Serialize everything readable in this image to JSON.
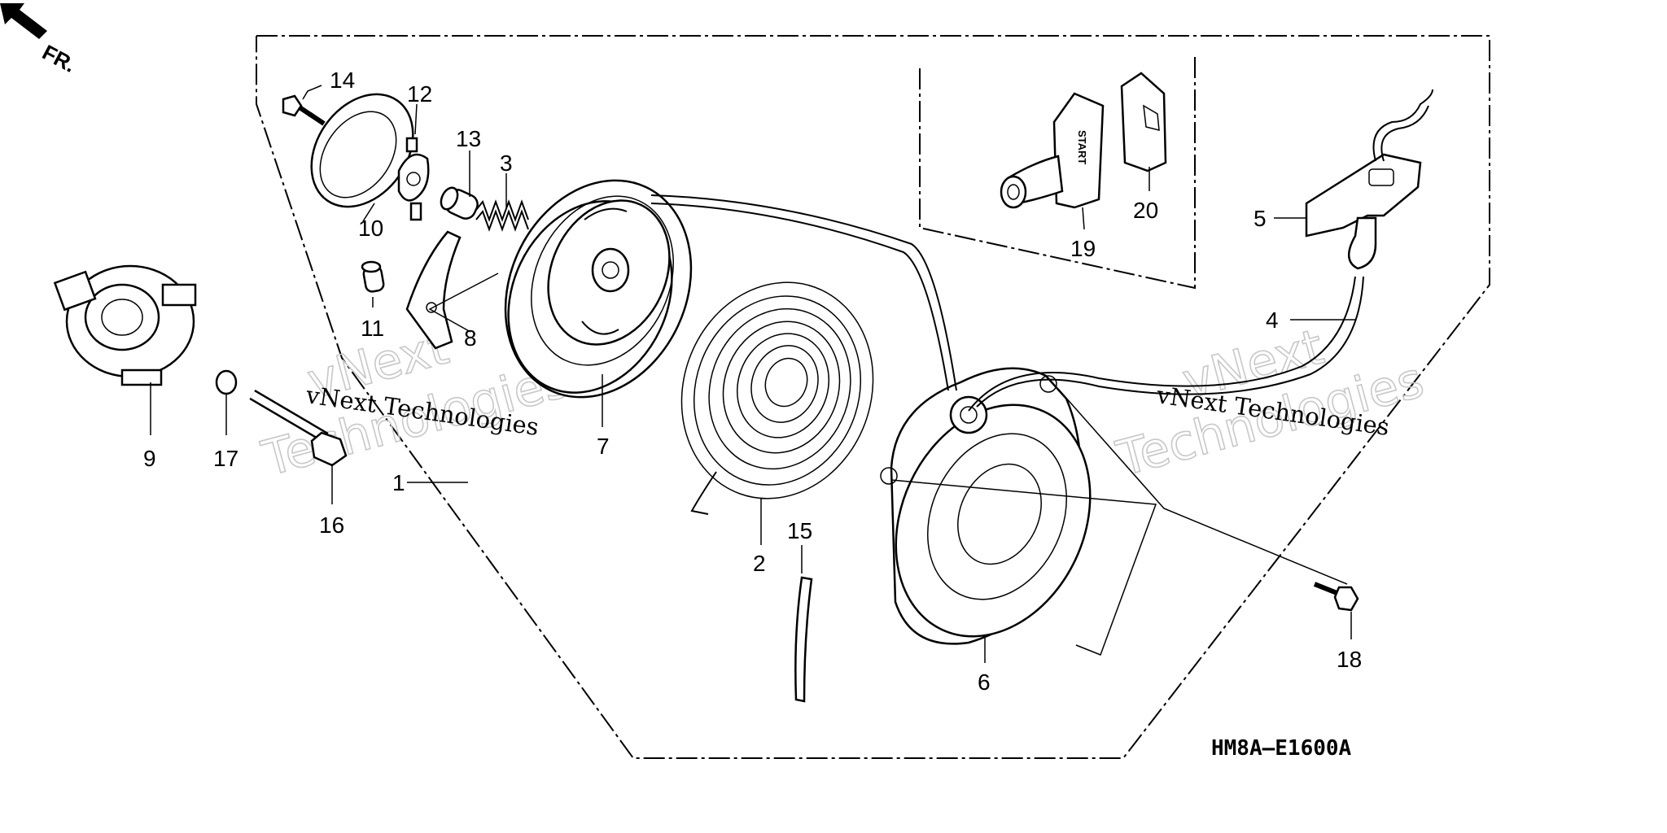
{
  "diagram": {
    "direction_label": "FR.",
    "drawing_code": "HM8A—E1600A",
    "start_text": "START",
    "watermark": {
      "big_lines": [
        "vNext",
        "Technologies"
      ],
      "small": "vNext Technologies"
    },
    "callouts": {
      "p1": "1",
      "p2": "2",
      "p3": "3",
      "p4": "4",
      "p5": "5",
      "p6": "6",
      "p7": "7",
      "p8": "8",
      "p9": "9",
      "p10": "10",
      "p11": "11",
      "p12": "12",
      "p13": "13",
      "p14": "14",
      "p15": "15",
      "p16": "16",
      "p17": "17",
      "p18": "18",
      "p19": "19",
      "p20": "20"
    }
  }
}
